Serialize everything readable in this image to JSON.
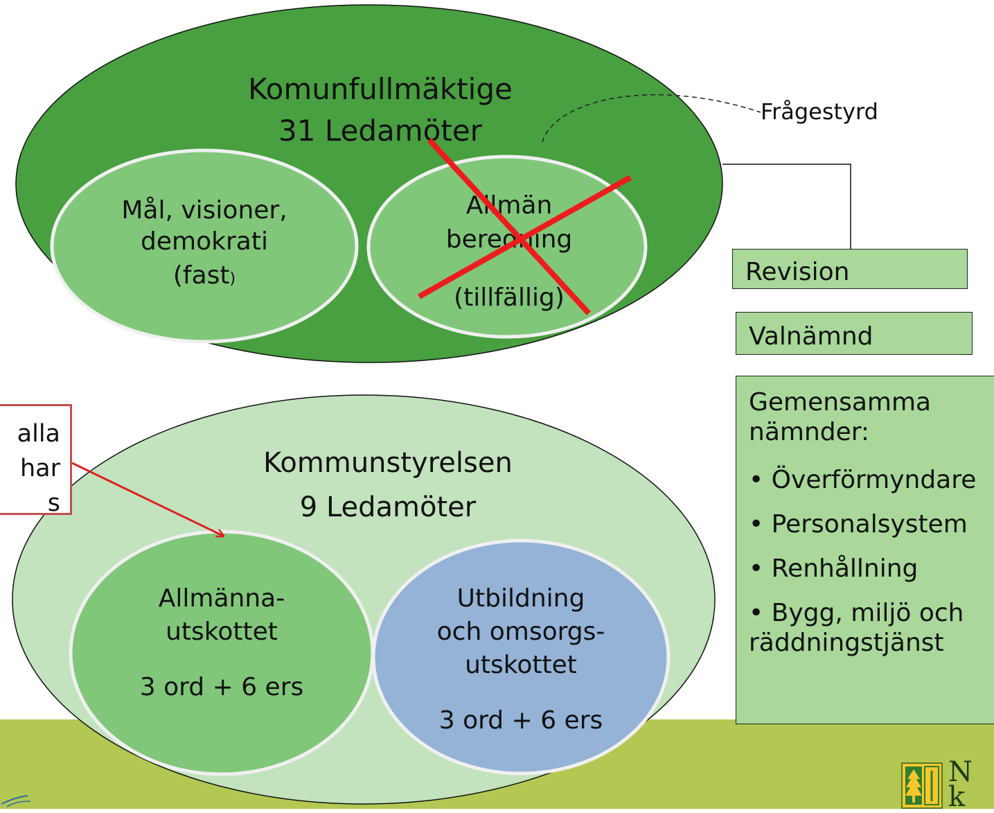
{
  "fullmaktige": {
    "title": "Komunfullmäktige",
    "members": "31 Ledamöter"
  },
  "mal": {
    "line1": "Mål, visioner,",
    "line2": "demokrati",
    "line3": "(fast",
    "paren": ")"
  },
  "allman": {
    "line1": "Allmän",
    "line2": "beredning",
    "line3": "(tillfällig)"
  },
  "fragestyrd": "Frågestyrd",
  "revision": "Revision",
  "valnamnd": "Valnämnd",
  "gemensamma": {
    "heading": "Gemensamma nämnder:",
    "items": [
      "• Överförmyndare",
      "• Personalsystem",
      "• Renhållning",
      "• Bygg, miljö och räddningstjänst"
    ]
  },
  "callout": {
    "line1": "alla",
    "line2": "har",
    "line3": "s"
  },
  "styrelsen": {
    "title": "Kommunstyrelsen",
    "members": "9 Ledamöter"
  },
  "allmanna_utskottet": {
    "line1": "Allmänna-",
    "line2": "utskottet",
    "line3": "3 ord + 6 ers"
  },
  "utbildning_utskottet": {
    "line1": "Utbildning",
    "line2": "och omsorgs-",
    "line3": "utskottet",
    "line4": "3 ord + 6 ers"
  },
  "logo": {
    "line1": "N",
    "line2": "k"
  },
  "colors": {
    "dark_green": "#48a040",
    "light_green": "#81c77a",
    "pale_green": "#c2e3bd",
    "blue": "#94b3d7",
    "box_green": "#a9d89a",
    "cross_red": "#ee1c1c",
    "band": "#b3c852"
  }
}
